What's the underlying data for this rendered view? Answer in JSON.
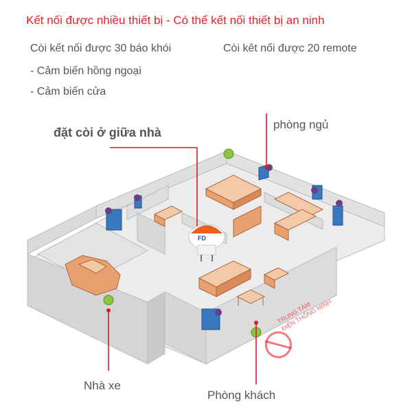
{
  "header": {
    "headline": "Kết nối được nhiều thiết bị - Có thể kết nối thiết bị an ninh",
    "features": {
      "smoke": "Còi kết nối được 30 báo khói",
      "remote": "Còi kêt nối được 20 remote",
      "infrared": "- Cảm biến hồng ngoại",
      "door": "- Cảm biến cửa"
    }
  },
  "labels": {
    "center": "đặt còi ở giữa nhà",
    "bedroom": "phòng ngủ",
    "garage": "Nhà xe",
    "living_room": "Phòng khách"
  },
  "stamp": {
    "line1": "TRUNG TÂM",
    "line2": "ĐIỆN THÔNG MINH"
  },
  "siren": {
    "brand": "FD"
  },
  "colors": {
    "headline": "#e8202a",
    "callout_line": "#d41e2a",
    "text": "#555555",
    "wall": "#e9e9e9",
    "floor": "#ededed",
    "furniture": "#e8a070",
    "sensor": "#3a78c2",
    "signal": "#6a3e8a",
    "green_dot": "#8cc63f"
  }
}
